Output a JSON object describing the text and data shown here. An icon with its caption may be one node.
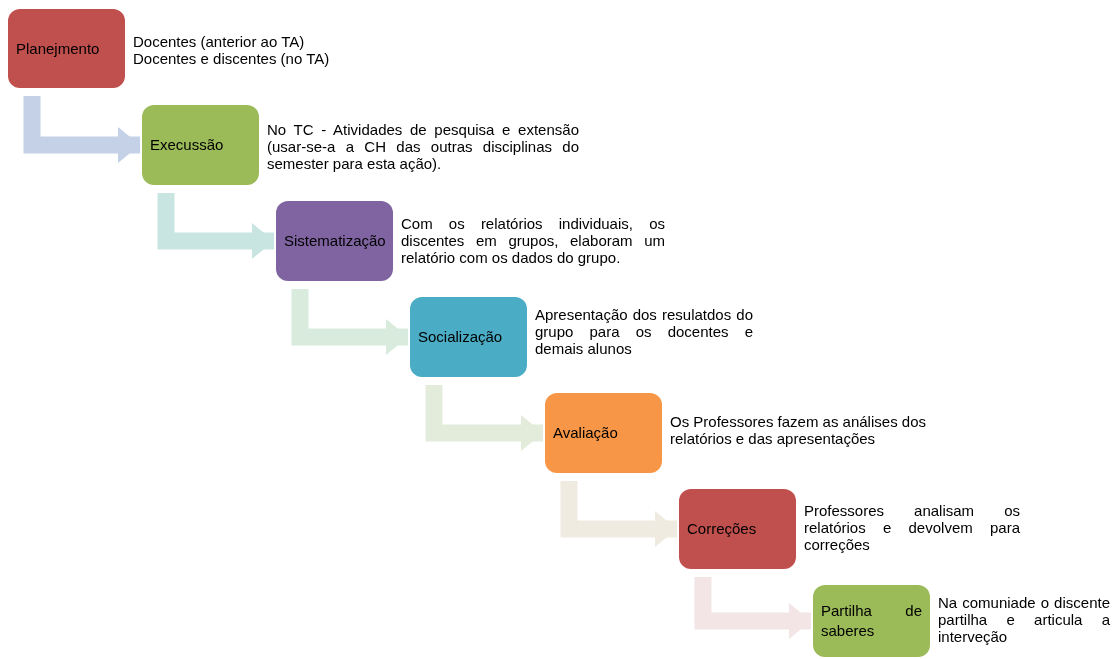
{
  "diagram": {
    "nodes": [
      {
        "text": [
          "Planejmento"
        ],
        "beside": [
          "Docentes (anterior ao TA)",
          "Docentes e discentes (no TA)"
        ]
      },
      {
        "text": [
          "Execussão"
        ],
        "beside": [
          "No TC - Atividades de pesquisa e extensão (usar-se-a a CH das outras disciplinas do semester para esta ação)."
        ]
      },
      {
        "text": [
          "Sistematização"
        ],
        "beside": [
          "Com os relatórios individuais, os discentes em grupos, elaboram um relatório com os dados do grupo."
        ]
      },
      {
        "text": [
          "Socialização"
        ],
        "beside": [
          "Apresentação dos resulatdos do grupo para os docentes e demais alunos"
        ]
      },
      {
        "text": [
          "Avaliação"
        ],
        "beside": [
          "Os Professores fazem as análises dos relatórios e das apresentações"
        ]
      },
      {
        "text": [
          "Correções"
        ],
        "beside": [
          "Professores analisam os relatórios e devolvem para correções"
        ]
      },
      {
        "text": [
          "Partilha de saberes"
        ],
        "beside": [
          "Na comuniade o discente partilha e articula a interveção"
        ]
      }
    ],
    "edges": [
      {
        "from": 0,
        "to": 1,
        "arrow": "to",
        "color": "#c5d1e7"
      },
      {
        "from": 1,
        "to": 2,
        "arrow": "to",
        "color": "#c9e5e2"
      },
      {
        "from": 2,
        "to": 3,
        "arrow": "to",
        "color": "#d8ebdc"
      },
      {
        "from": 3,
        "to": 4,
        "arrow": "to",
        "color": "#e3ecdb"
      },
      {
        "from": 4,
        "to": 5,
        "arrow": "to",
        "color": "#efebe1"
      },
      {
        "from": 5,
        "to": 6,
        "arrow": "to",
        "color": "#f3e5e5"
      }
    ]
  }
}
